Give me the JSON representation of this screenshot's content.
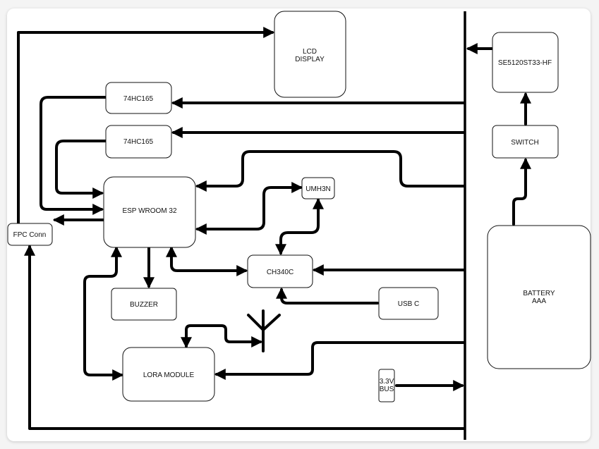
{
  "blocks": {
    "lcd_display": [
      "LCD",
      "DISPLAY"
    ],
    "ic_74hc165_a": "74HC165",
    "ic_74hc165_b": "74HC165",
    "esp_wroom_32": "ESP WROOM 32",
    "fpc_conn": "FPC Conn",
    "umh3n": "UMH3N",
    "ch340c": "CH340C",
    "buzzer": "BUZZER",
    "usb_c": "USB C",
    "lora_module": "LORA MODULE",
    "bus_3v3": [
      "3.3V",
      "BUS"
    ],
    "se5120st33_hf": "SE5120ST33-HF",
    "switch": "SWITCH",
    "battery_aaa": [
      "BATTERY",
      "AAA"
    ]
  },
  "colors": {
    "line": "#000000",
    "block_fill": "#ffffff",
    "page_background": "#f4f4f4"
  },
  "icons": [
    "antenna-icon"
  ]
}
